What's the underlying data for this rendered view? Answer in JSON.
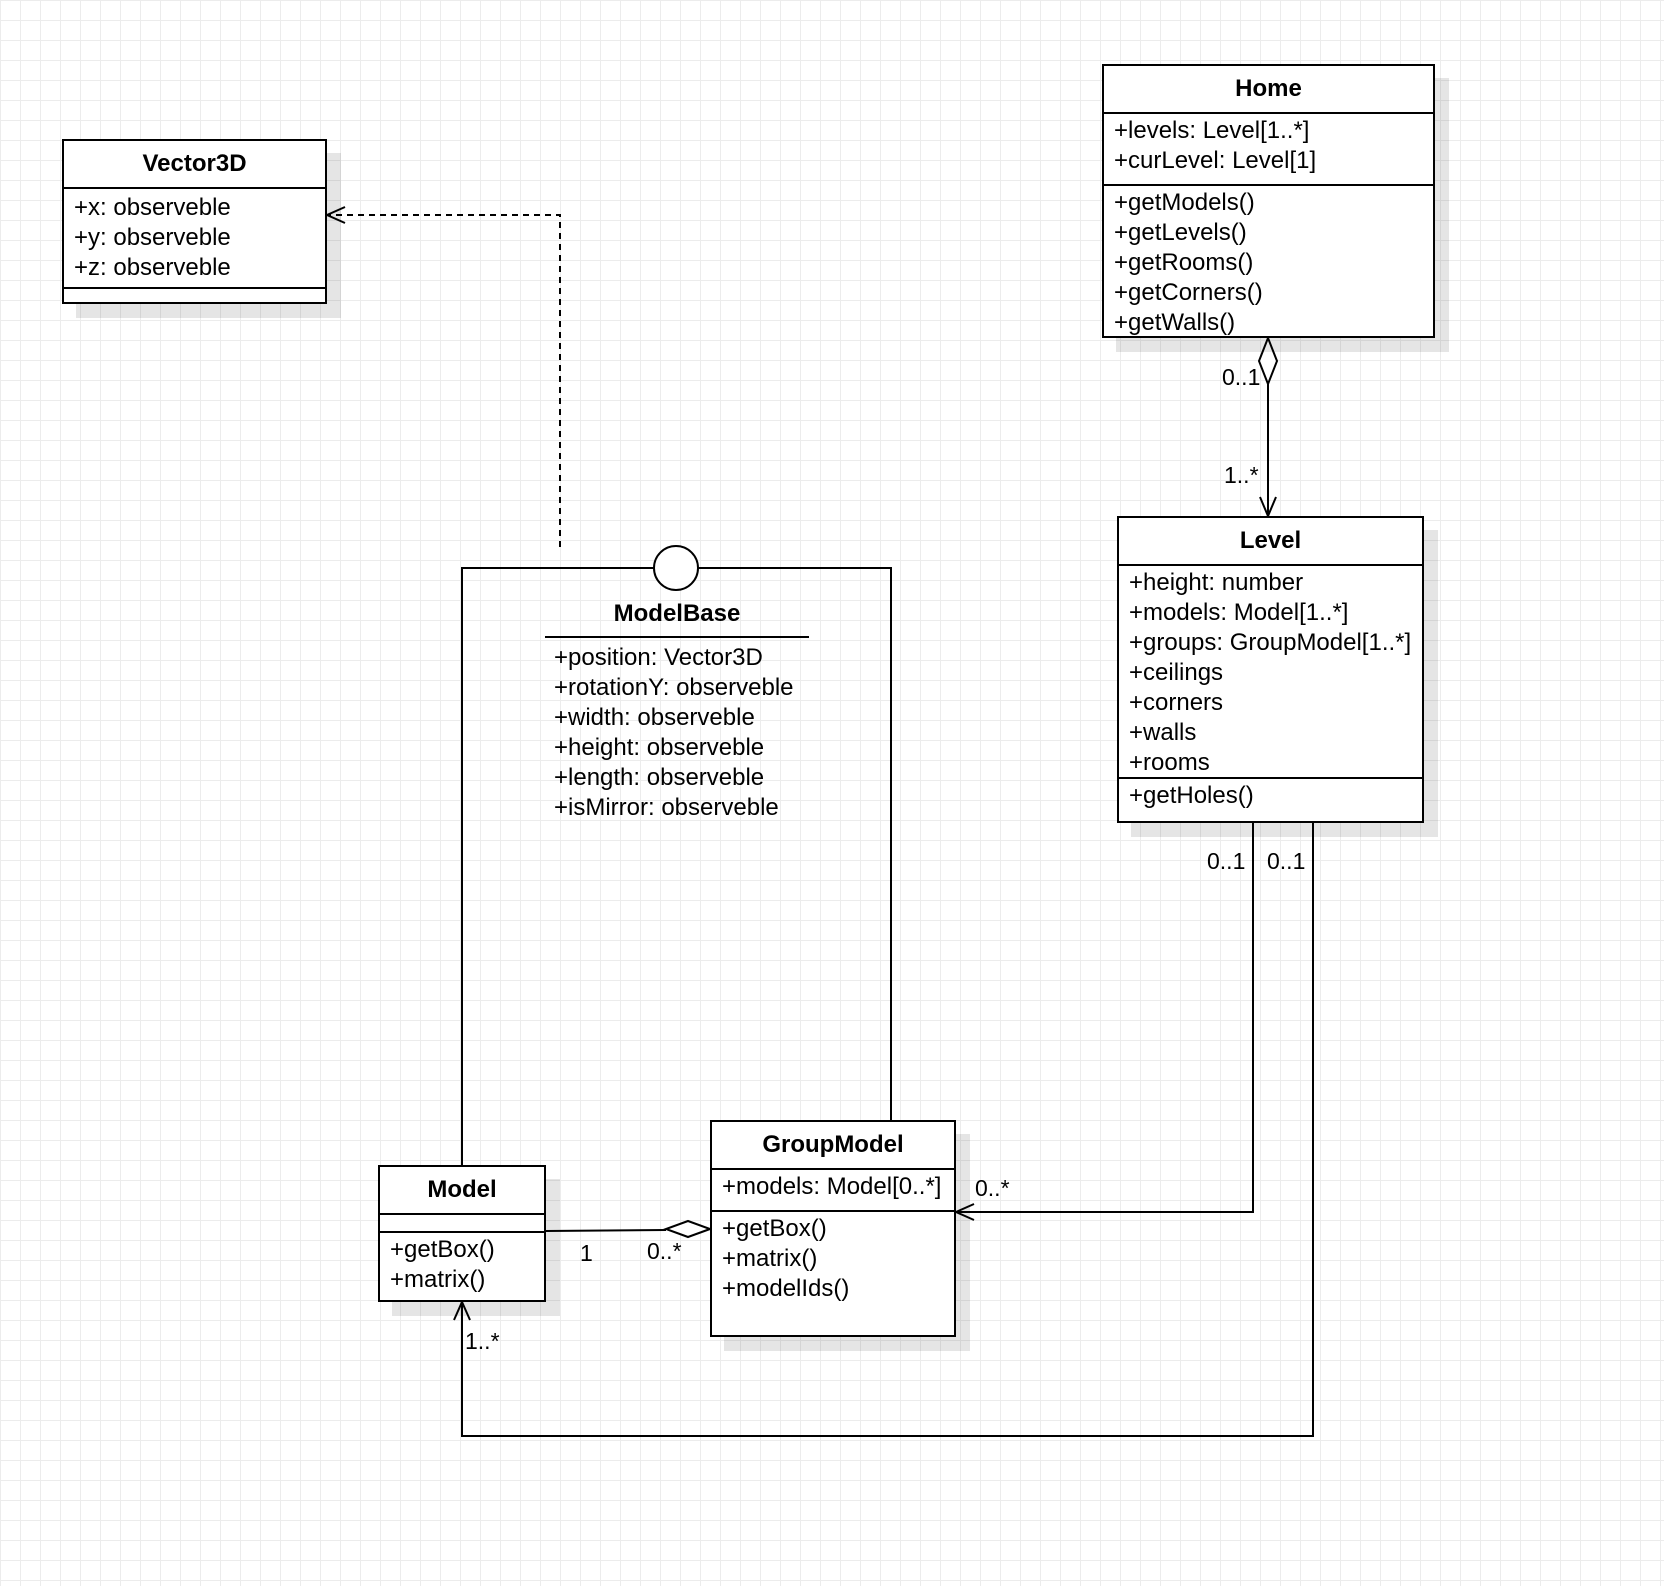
{
  "classes": {
    "vector3d": {
      "name": "Vector3D",
      "attributes": [
        "+x: observeble",
        "+y: observeble",
        "+z: observeble"
      ],
      "methods": []
    },
    "home": {
      "name": "Home",
      "attributes": [
        "+levels: Level[1..*]",
        "+curLevel: Level[1]"
      ],
      "methods": [
        "+getModels()",
        "+getLevels()",
        "+getRooms()",
        "+getCorners()",
        "+getWalls()"
      ]
    },
    "level": {
      "name": "Level",
      "attributes": [
        "+height: number",
        "+models: Model[1..*]",
        "+groups: GroupModel[1..*]",
        "+ceilings",
        "+corners",
        "+walls",
        "+rooms"
      ],
      "methods": [
        "+getHoles()"
      ]
    },
    "modelbase": {
      "name": "ModelBase",
      "attributes": [
        "+position: Vector3D",
        "+rotationY: observeble",
        "+width: observeble",
        "+height: observeble",
        "+length: observeble",
        "+isMirror: observeble"
      ]
    },
    "model": {
      "name": "Model",
      "attributes": [],
      "methods": [
        "+getBox()",
        "+matrix()"
      ]
    },
    "groupmodel": {
      "name": "GroupModel",
      "attributes": [
        "+models: Model[0..*]"
      ],
      "methods": [
        "+getBox()",
        "+matrix()",
        "+modelIds()"
      ]
    }
  },
  "multiplicities": {
    "home_level_source": "0..1",
    "home_level_target": "1..*",
    "level_group_source": "0..1",
    "level_model_source": "0..1",
    "level_group_target": "0..*",
    "model_group_model_end": "1",
    "model_group_group_end": "0..*",
    "level_model_target": "1..*"
  }
}
